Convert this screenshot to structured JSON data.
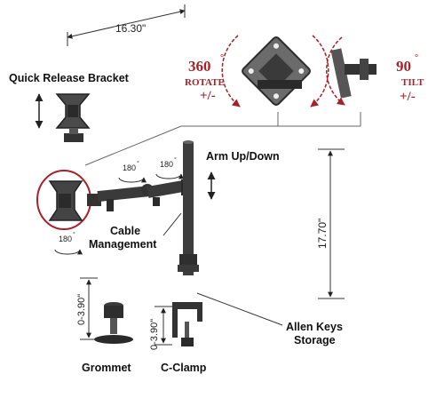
{
  "dimensions": {
    "width": "16.30\"",
    "height": "17.70\"",
    "grommet_range": "0-3.90\"",
    "clamp_range": "0-3.90\""
  },
  "rotate": {
    "degrees": "360",
    "degree_mark": "°",
    "caption": "ROTATE",
    "sign": "+/-"
  },
  "tilt": {
    "degrees": "90",
    "degree_mark": "°",
    "caption": "TILT",
    "sign": "+/-"
  },
  "labels": {
    "quick_release": "Quick Release Bracket",
    "arm_up_down": "Arm Up/Down",
    "cable": "Cable",
    "management": "Management",
    "allen_keys": "Allen Keys",
    "storage": "Storage",
    "grommet": "Grommet",
    "c_clamp": "C-Clamp"
  },
  "swivel": {
    "left": "180",
    "right": "180",
    "head": "180",
    "degree_mark": "°"
  },
  "colors": {
    "accent": "#a5222a",
    "metal": "#3a3a3a"
  }
}
